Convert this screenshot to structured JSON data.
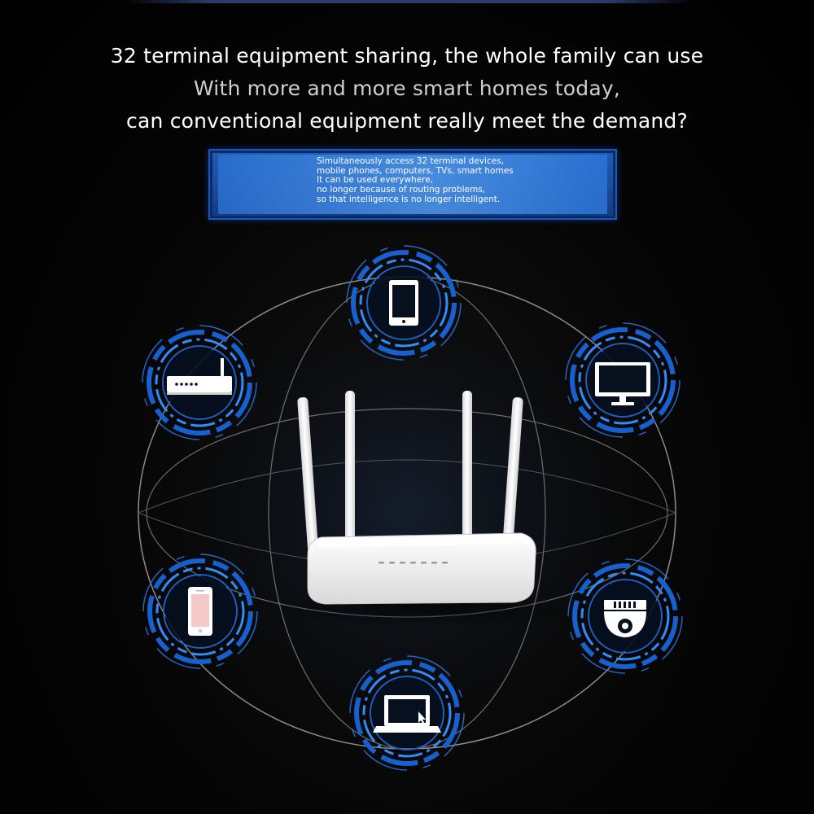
{
  "headline": {
    "line1": "32 terminal equipment sharing, the whole family can use",
    "line2": "With more and more smart homes today,",
    "line3": "can conventional equipment really meet the demand?"
  },
  "info_box": {
    "lines": [
      "Simultaneously access 32 terminal devices,",
      "mobile phones, computers, TVs, smart homes",
      "It can be used everywhere,",
      "no longer because of routing problems,",
      "so that intelligence is no longer intelligent."
    ]
  },
  "device_icons": [
    "tablet-icon",
    "router-box-icon",
    "monitor-icon",
    "smartphone-icon",
    "security-camera-icon",
    "laptop-icon"
  ],
  "colors": {
    "background": "#000000",
    "accent_blue": "#1b6ad8",
    "halo_blue": "#2f8cff",
    "globe_line": "#8a8a8a",
    "router_white": "#f2f2f2"
  }
}
